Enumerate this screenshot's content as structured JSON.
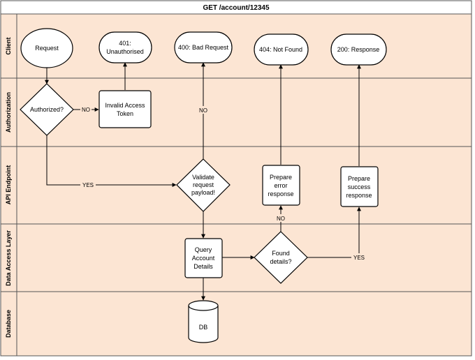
{
  "title": "GET /account/12345",
  "lanes": [
    {
      "id": "client",
      "label": "Client"
    },
    {
      "id": "authorization",
      "label": "Authorization"
    },
    {
      "id": "api",
      "label": "API Endpoint"
    },
    {
      "id": "dal",
      "label": "Data Access Layer"
    },
    {
      "id": "database",
      "label": "Database"
    }
  ],
  "nodes": {
    "request": {
      "shape": "ellipse",
      "lines": [
        "Request"
      ]
    },
    "unauthorised": {
      "shape": "ellipse",
      "lines": [
        "401:",
        "Unauthorised"
      ]
    },
    "bad_request": {
      "shape": "ellipse",
      "lines": [
        "400: Bad Request"
      ]
    },
    "not_found": {
      "shape": "ellipse",
      "lines": [
        "404: Not Found"
      ]
    },
    "response": {
      "shape": "ellipse",
      "lines": [
        "200: Response"
      ]
    },
    "authorized": {
      "shape": "diamond",
      "lines": [
        "Authorized?"
      ]
    },
    "invalid_token": {
      "shape": "rect",
      "lines": [
        "Invalid Access",
        "Token"
      ]
    },
    "validate": {
      "shape": "diamond",
      "lines": [
        "Validate",
        "request",
        "payload!"
      ]
    },
    "prepare_error": {
      "shape": "rect",
      "lines": [
        "Prepare",
        "error",
        "response"
      ]
    },
    "prepare_success": {
      "shape": "rect",
      "lines": [
        "Prepare",
        "success",
        "response"
      ]
    },
    "query": {
      "shape": "rect",
      "lines": [
        "Query",
        "Account",
        "Details"
      ]
    },
    "found": {
      "shape": "diamond",
      "lines": [
        "Found",
        "details?"
      ]
    },
    "db": {
      "shape": "cylinder",
      "lines": [
        "DB"
      ]
    }
  },
  "edge_labels": {
    "no_auth": "NO",
    "yes_auth": "YES",
    "no_validate": "NO",
    "no_found": "NO",
    "yes_found": "YES"
  },
  "colors": {
    "lane_fill": "#fce5d3",
    "lane_header_fill": "#fce5d3",
    "node_fill": "#ffffff",
    "stroke": "#000000",
    "lane_border": "#555555"
  }
}
